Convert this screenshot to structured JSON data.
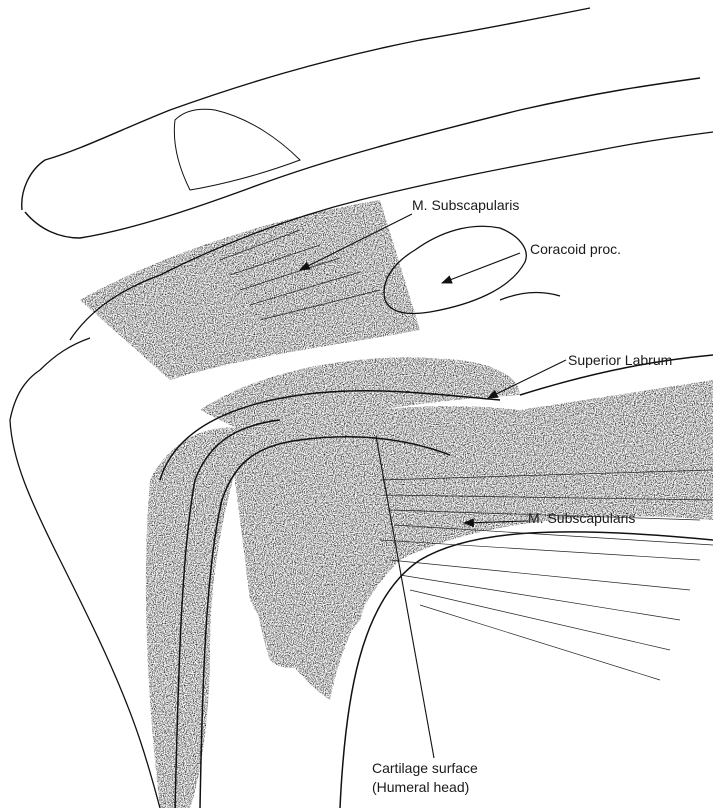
{
  "labels": {
    "subscapularis_top": "M. Subscapularis",
    "coracoid": "Coracoid proc.",
    "superior_labrum": "Superior Labrum",
    "subscapularis_lower": "M. Subscapularis",
    "cartilage_line1": "Cartilage surface",
    "cartilage_line2": "(Humeral head)"
  },
  "colors": {
    "ink": "#111111",
    "shade": "#2b2b2b",
    "paper": "#ffffff"
  }
}
